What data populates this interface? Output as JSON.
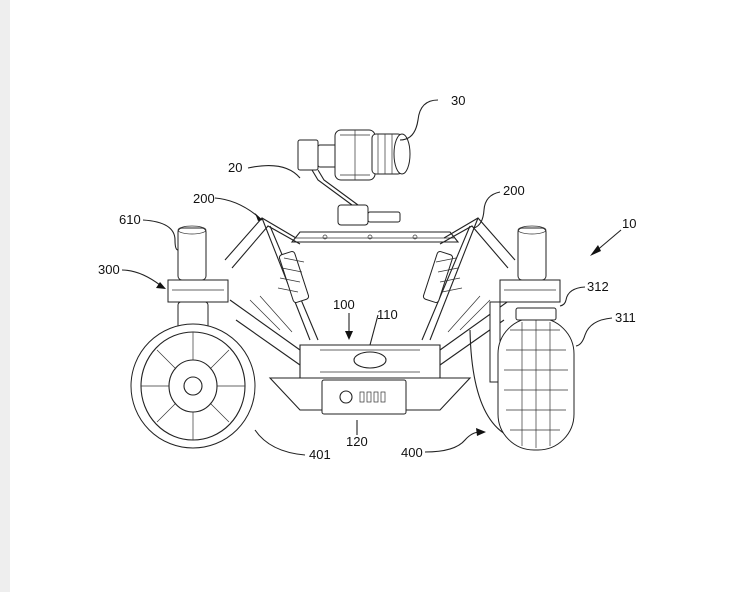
{
  "labels": {
    "l30": "30",
    "l20": "20",
    "l200a": "200",
    "l200b": "200",
    "l610": "610",
    "l10": "10",
    "l300": "300",
    "l312": "312",
    "l311": "311",
    "l100": "100",
    "l110": "110",
    "l120": "120",
    "l401": "401",
    "l400": "400"
  }
}
